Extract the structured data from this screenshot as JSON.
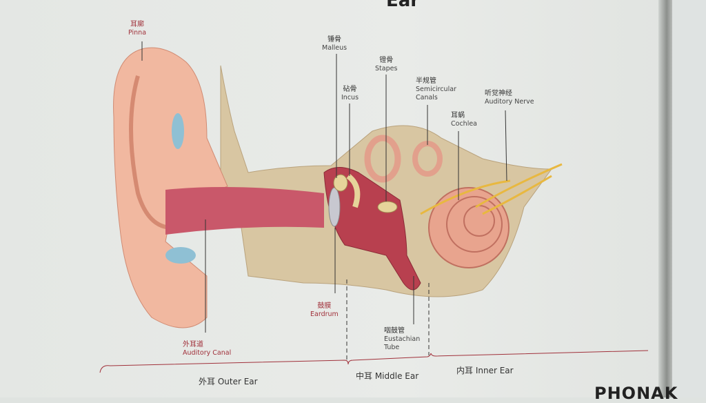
{
  "title_fragment": "Ear",
  "labels": {
    "pinna": {
      "zh": "耳廓",
      "en": "Pinna"
    },
    "malleus": {
      "zh": "锤骨",
      "en": "Malleus"
    },
    "stapes": {
      "zh": "镫骨",
      "en": "Stapes"
    },
    "incus": {
      "zh": "砧骨",
      "en": "Incus"
    },
    "semicircular": {
      "zh": "半规管",
      "en1": "Semicircular",
      "en2": "Canals"
    },
    "nerve": {
      "zh": "听觉神经",
      "en": "Auditory Nerve"
    },
    "cochlea": {
      "zh": "耳蜗",
      "en": "Cochlea"
    },
    "eardrum": {
      "zh": "鼓膜",
      "en": "Eardrum"
    },
    "eustachian": {
      "zh": "咽鼓管",
      "en1": "Eustachian",
      "en2": "Tube"
    },
    "canal": {
      "zh": "外耳道",
      "en": "Auditory Canal"
    }
  },
  "sections": {
    "outer": "外耳  Outer Ear",
    "middle": "中耳  Middle Ear",
    "inner": "内耳  Inner Ear"
  },
  "brand": "PHONAK",
  "colors": {
    "skin": "#f0b9a0",
    "bone": "#d9c7a6",
    "canal": "#c9586a",
    "label_red": "#a0303a",
    "nerve": "#e8b840"
  }
}
